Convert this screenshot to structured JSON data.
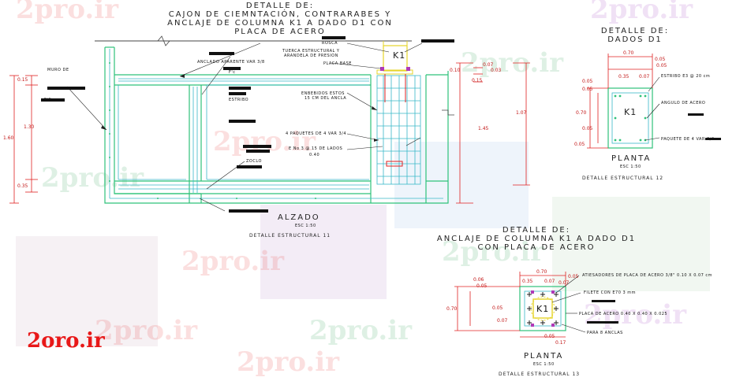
{
  "watermark": "2pro.ir",
  "logo": "2oro.ir",
  "detail11": {
    "title_lines": [
      "DETALLE DE:",
      "CAJON DE CIEMNTACIÓN, CONTRARABES Y",
      "ANCLAJE DE COLUMNA K1 A DADO D1 CON",
      "PLACA DE ACERO"
    ],
    "view_label": "ALZADO",
    "scale": "ESC 1:50",
    "caption": "DETALLE ESTRUCTURAL 11",
    "column_label": "K1",
    "notes": {
      "muro": "MURO DE",
      "fc": "F'C",
      "fc2": "F'c",
      "estribo": "ESTRIBO",
      "zoclo": "ZOCLO",
      "rosca": "ROSCA",
      "tuerca": "TUERCA ESTRUCTURAL Y",
      "arandela": "ARANDELA DE PRESION",
      "placa_base": "PLACA BASE",
      "anclado": "ANCLADO APARENTE VAR 3/8",
      "embebidos": "ENBEBIDOS ESTOS",
      "cm_ancla": "15 CM DEL ANCLA",
      "paquetes": "4 PAQUETES DE 4 VAR 3/4",
      "e_no": "E No 3 @ 15 DE LADOS"
    },
    "dims": [
      "0.15",
      "1.30",
      "1.60",
      "0.35",
      "1.07",
      "1.45",
      "0.10",
      "0.07",
      "0.03",
      "0.15"
    ],
    "bracket_note": "0.40"
  },
  "detail12": {
    "title_lines": [
      "DETALLE DE:",
      "DADOS D1"
    ],
    "column_label": "K1",
    "view_label": "PLANTA",
    "scale": "ESC 1:50",
    "caption": "DETALLE ESTRUCTURAL 12",
    "dims": [
      "0.70",
      "0.05",
      "0.05",
      "0.35",
      "0.07",
      "0.70",
      "0.05",
      "0.05",
      "0.05",
      "0.05"
    ],
    "notes": {
      "estribo": "ESTRIBO E3 @ 20 cm",
      "angulo": "ANGULO DE ACERO",
      "paquete": "PAQUETE DE 4 VAR 3/4"
    }
  },
  "detail13": {
    "title_lines": [
      "DETALLE DE:",
      "ANCLAJE DE COLUMNA K1 A DADO D1",
      "CON PLACA DE ACERO"
    ],
    "column_label": "K1",
    "view_label": "PLANTA",
    "scale": "ESC 1:50",
    "caption": "DETALLE ESTRUCTURAL 13",
    "dims": [
      "0.70",
      "0.05",
      "0.07",
      "0.35",
      "0.07",
      "0.70",
      "0.06",
      "0.05",
      "0.05",
      "0.07",
      "0.05",
      "0.17"
    ],
    "notes": {
      "atiesadores": "ATIESADORES DE PLACA DE ACERO 3/8\" 0.10 X 0.07 cm",
      "filete": "FILETE CON E70 3 mm",
      "placa": "PLACA DE ACERO 0.40 X 0.40 X 0.025",
      "para_anclas": "PARA 8 ANCLAS"
    }
  },
  "colors": {
    "beam_green": "#2ec27a",
    "rebar_cyan": "#38b8c8",
    "dim_red": "#e02020",
    "text_red": "#e01818",
    "column_yellow": "#e6d42a",
    "plate_purple": "#b03ab8",
    "logo_red": "#e81818"
  }
}
